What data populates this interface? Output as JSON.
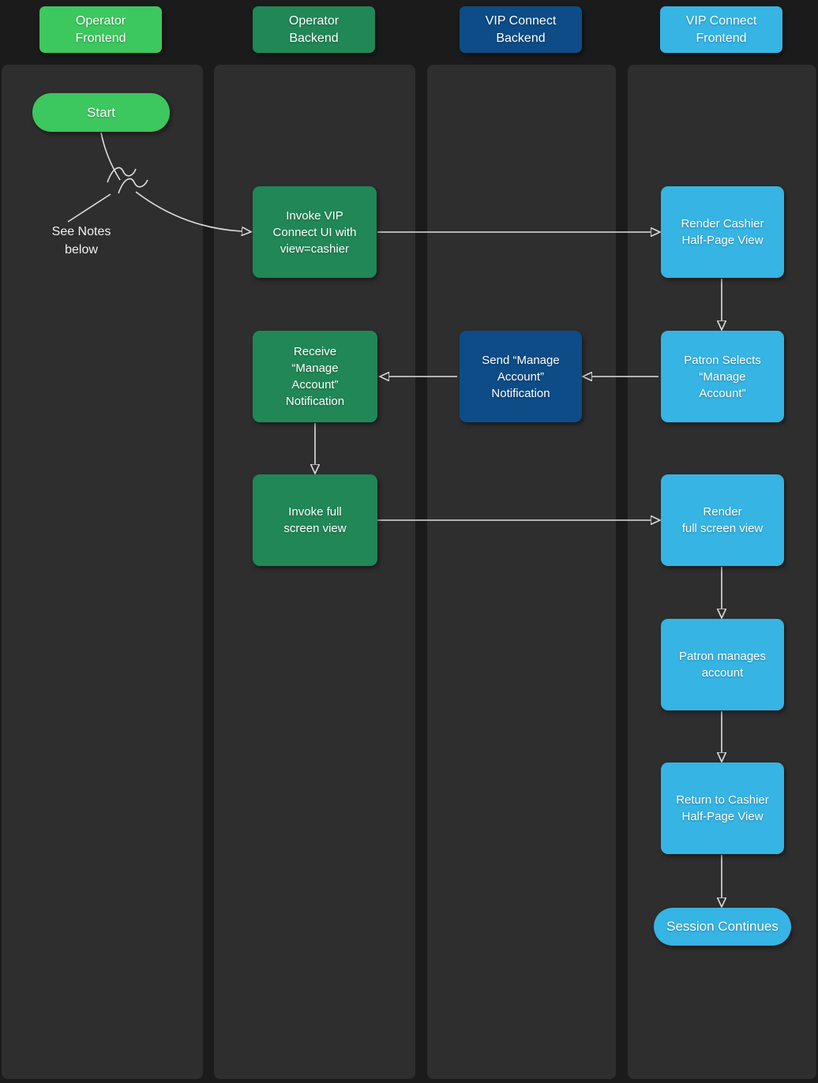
{
  "diagram": {
    "type": "swimlane-flowchart",
    "colors": {
      "page_background": "#1b1b1b",
      "lane_background": "#2e2e2e",
      "operator_frontend_green": "#3dc75f",
      "operator_backend_green": "#218756",
      "vip_connect_backend_blue": "#0d4c86",
      "vip_connect_frontend_blue": "#36b4e3",
      "connector_line": "#dedede",
      "text": "#ffffff"
    },
    "lanes": [
      {
        "id": "operator-frontend",
        "label": "Operator\nFrontend"
      },
      {
        "id": "operator-backend",
        "label": "Operator\nBackend"
      },
      {
        "id": "vip-connect-backend",
        "label": "VIP Connect\nBackend"
      },
      {
        "id": "vip-connect-frontend",
        "label": "VIP Connect\nFrontend"
      }
    ],
    "nodes": [
      {
        "id": "start",
        "shape": "terminator",
        "lane": "operator-frontend",
        "label": "Start"
      },
      {
        "id": "invoke-vip-connect-ui",
        "shape": "process",
        "lane": "operator-backend",
        "label": "Invoke VIP\nConnect UI with\nview=cashier"
      },
      {
        "id": "render-cashier-half-page",
        "shape": "process",
        "lane": "vip-connect-frontend",
        "label": "Render Cashier\nHalf-Page View"
      },
      {
        "id": "patron-selects-manage-account",
        "shape": "process",
        "lane": "vip-connect-frontend",
        "label": "Patron Selects\n“Manage\nAccount”"
      },
      {
        "id": "send-manage-account-notification",
        "shape": "process",
        "lane": "vip-connect-backend",
        "label": "Send “Manage\nAccount”\nNotification"
      },
      {
        "id": "receive-manage-account-notification",
        "shape": "process",
        "lane": "operator-backend",
        "label": "Receive\n“Manage\nAccount”\nNotification"
      },
      {
        "id": "invoke-full-screen-view",
        "shape": "process",
        "lane": "operator-backend",
        "label": "Invoke full\nscreen view"
      },
      {
        "id": "render-full-screen-view",
        "shape": "process",
        "lane": "vip-connect-frontend",
        "label": "Render\nfull screen view"
      },
      {
        "id": "patron-manages-account",
        "shape": "process",
        "lane": "vip-connect-frontend",
        "label": "Patron manages\naccount"
      },
      {
        "id": "return-to-cashier-half-page",
        "shape": "process",
        "lane": "vip-connect-frontend",
        "label": "Return to Cashier\nHalf-Page View"
      },
      {
        "id": "session-continues",
        "shape": "terminator",
        "lane": "vip-connect-frontend",
        "label": "Session Continues"
      }
    ],
    "annotations": [
      {
        "id": "see-notes",
        "label": "See Notes\nbelow"
      }
    ],
    "edges": [
      {
        "from": "start",
        "to": "invoke-vip-connect-ui",
        "via": "break-symbol"
      },
      {
        "from": "invoke-vip-connect-ui",
        "to": "render-cashier-half-page"
      },
      {
        "from": "render-cashier-half-page",
        "to": "patron-selects-manage-account"
      },
      {
        "from": "patron-selects-manage-account",
        "to": "send-manage-account-notification"
      },
      {
        "from": "send-manage-account-notification",
        "to": "receive-manage-account-notification"
      },
      {
        "from": "receive-manage-account-notification",
        "to": "invoke-full-screen-view"
      },
      {
        "from": "invoke-full-screen-view",
        "to": "render-full-screen-view"
      },
      {
        "from": "render-full-screen-view",
        "to": "patron-manages-account"
      },
      {
        "from": "patron-manages-account",
        "to": "return-to-cashier-half-page"
      },
      {
        "from": "return-to-cashier-half-page",
        "to": "session-continues"
      },
      {
        "from": "break-symbol",
        "to": "see-notes-annotation"
      }
    ]
  }
}
